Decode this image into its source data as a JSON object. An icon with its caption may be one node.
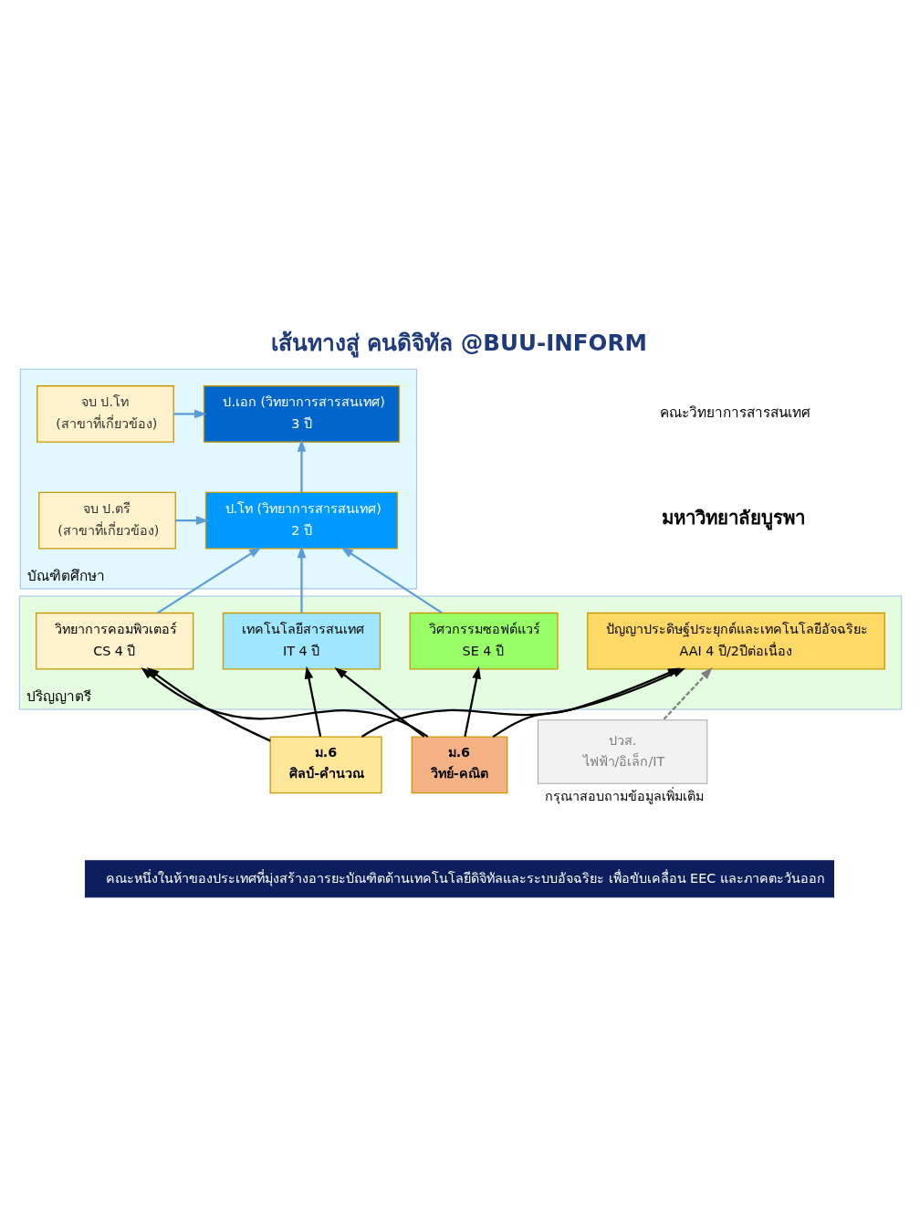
{
  "diagram": {
    "title": "เส้นทางสู่ คนดิจิทัล @BUU-INFORM",
    "caption": "คณะหนึ่งในห้าของประเทศที่มุ่งสร้างอารยะบัณฑิตด้านเทคโนโลยีดิจิทัลและระบบอัจฉริยะ เพื่อขับเคลื่อน EEC และภาคตะวันออก",
    "nodes": [
      {
        "text": [
          "บัณฑิตศึกษา"
        ]
      },
      {
        "text": [
          "จบ ป.โท",
          "(สาขาที่เกี่ยวข้อง)"
        ],
        "in": 0
      },
      {
        "text": [
          "ป.เอก (วิทยาการสารสนเทศ)",
          "3 ปี"
        ],
        "in": 0
      },
      {
        "text": [
          "จบ ป.ตรี",
          "(สาขาที่เกี่ยวข้อง)"
        ],
        "in": 0
      },
      {
        "text": [
          "ป.โท (วิทยาการสารสนเทศ)",
          "2 ปี"
        ],
        "in": 0
      },
      {
        "text": [
          "ปริญญาตรี"
        ]
      },
      {
        "text": [
          "วิทยาการคอมพิวเตอร์",
          "CS 4 ปี"
        ],
        "in": 5
      },
      {
        "text": [
          "เทคโนโลยีสารสนเทศ",
          "IT 4 ปี"
        ],
        "in": 5
      },
      {
        "text": [
          "วิศวกรรมซอฟต์แวร์",
          "SE 4 ปี"
        ],
        "in": 5
      },
      {
        "text": [
          "ปัญญาประดิษฐ์ประยุกต์และเทคโนโลยีอัจฉริยะ",
          "AAI 4 ปี/2ปีต่อเนื่อง"
        ],
        "in": 5
      },
      {
        "text": [
          "ม.6",
          "ศิลป์-คำนวณ"
        ]
      },
      {
        "text": [
          "ม.6",
          "วิทย์-คณิต"
        ]
      },
      {
        "text": [
          "ปวส.",
          "ไฟฟ้า/อิเล็ก/IT"
        ],
        "beside": [
          "กรุณาสอบถามข้อมูลเพิ่มเติม"
        ]
      }
    ],
    "edges": [
      {
        "from": 1,
        "to": 2,
        "arrow": "to",
        "color": "#5b9bd5"
      },
      {
        "from": 4,
        "to": 2,
        "arrow": "to",
        "color": "#5b9bd5"
      },
      {
        "from": 3,
        "to": 4,
        "arrow": "to",
        "color": "#5b9bd5"
      },
      {
        "from": 6,
        "to": 4,
        "arrow": "to",
        "color": "#5b9bd5"
      },
      {
        "from": 7,
        "to": 4,
        "arrow": "to",
        "color": "#5b9bd5"
      },
      {
        "from": 8,
        "to": 4,
        "arrow": "to",
        "color": "#5b9bd5"
      },
      {
        "from": 10,
        "to": 6,
        "arrow": "to"
      },
      {
        "from": 11,
        "to": 6,
        "arrow": "to"
      },
      {
        "from": 10,
        "to": 7,
        "arrow": "to"
      },
      {
        "from": 11,
        "to": 7,
        "arrow": "to"
      },
      {
        "from": 11,
        "to": 8,
        "arrow": "to"
      },
      {
        "from": 10,
        "to": 9,
        "arrow": "to"
      },
      {
        "from": 11,
        "to": 9,
        "arrow": "to"
      },
      {
        "from": 12,
        "to": 9,
        "arrow": "to",
        "style": "dashed",
        "color": "#7f7f7f"
      }
    ],
    "labels": [
      "คณะวิทยาการสารสนเทศ",
      "มหาวิทยาลัยบูรพา"
    ]
  }
}
